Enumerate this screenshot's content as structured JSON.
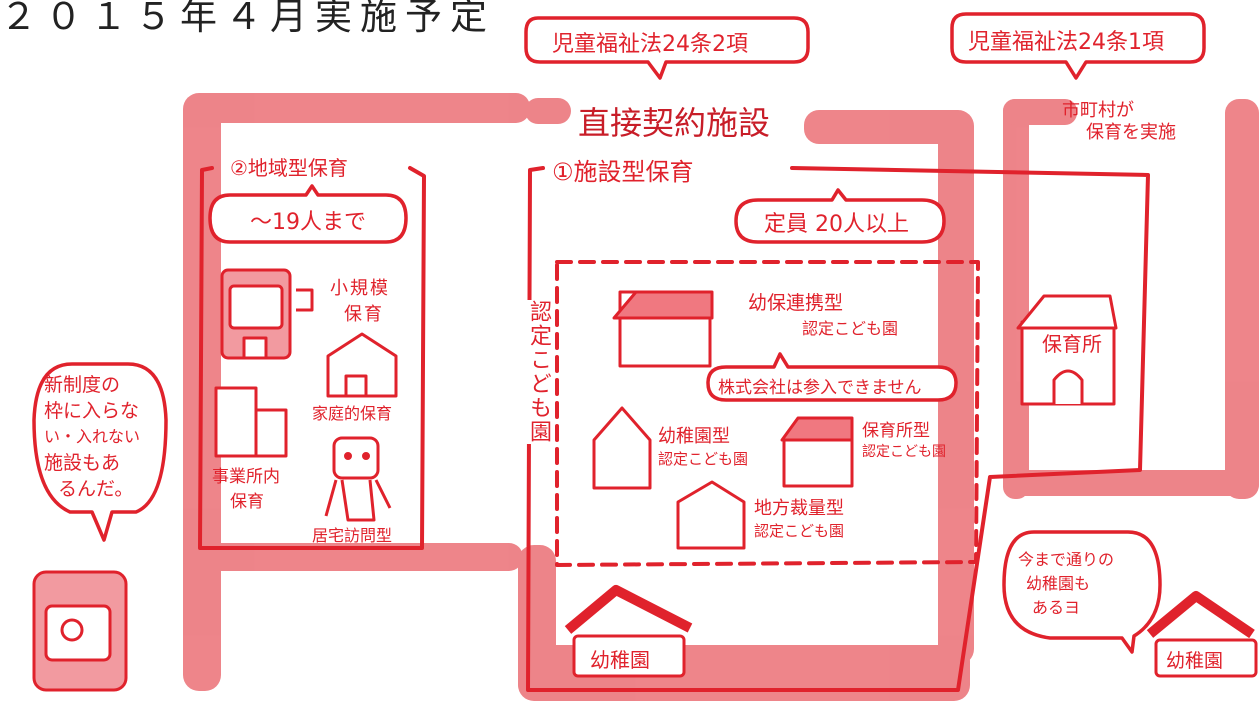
{
  "title": "２０１５年４月実施予定",
  "law_24_2": "児童福祉法24条2項",
  "law_24_1": "児童福祉法24条1項",
  "direct_contract": "直接契約施設",
  "municipal": [
    "市町村が",
    "保育を実施"
  ],
  "regional": {
    "heading": "②地域型保育",
    "capacity": "～19人まで",
    "small_scale": [
      "小規模",
      "保育"
    ],
    "home_based": "家庭的保育",
    "workplace": [
      "事業所内",
      "保育"
    ],
    "home_visit": "居宅訪問型"
  },
  "facility": {
    "heading": "①施設型保育",
    "capacity": "定員 20人以上",
    "certified": "認定こども園",
    "cooperative": [
      "幼保連携型",
      "認定こども園"
    ],
    "no_companies": "株式会社は参入できません",
    "kindergarten_type": [
      "幼稚園型",
      "認定こども園"
    ],
    "nursery_type": [
      "保育所型",
      "認定こども園"
    ],
    "local_type": [
      "地方裁量型",
      "認定こども園"
    ]
  },
  "nursery": "保育所",
  "kindergarten": "幼稚園",
  "outside_note": [
    "新制度の",
    "枠に入らな",
    "い・入れない",
    "施設もあ",
    "るんだ。"
  ],
  "kindergarten_note": [
    "今まで通りの",
    "幼稚園も",
    "あるヨ"
  ],
  "colors": {
    "red": "#e0222c",
    "band": "#ea6a70"
  }
}
